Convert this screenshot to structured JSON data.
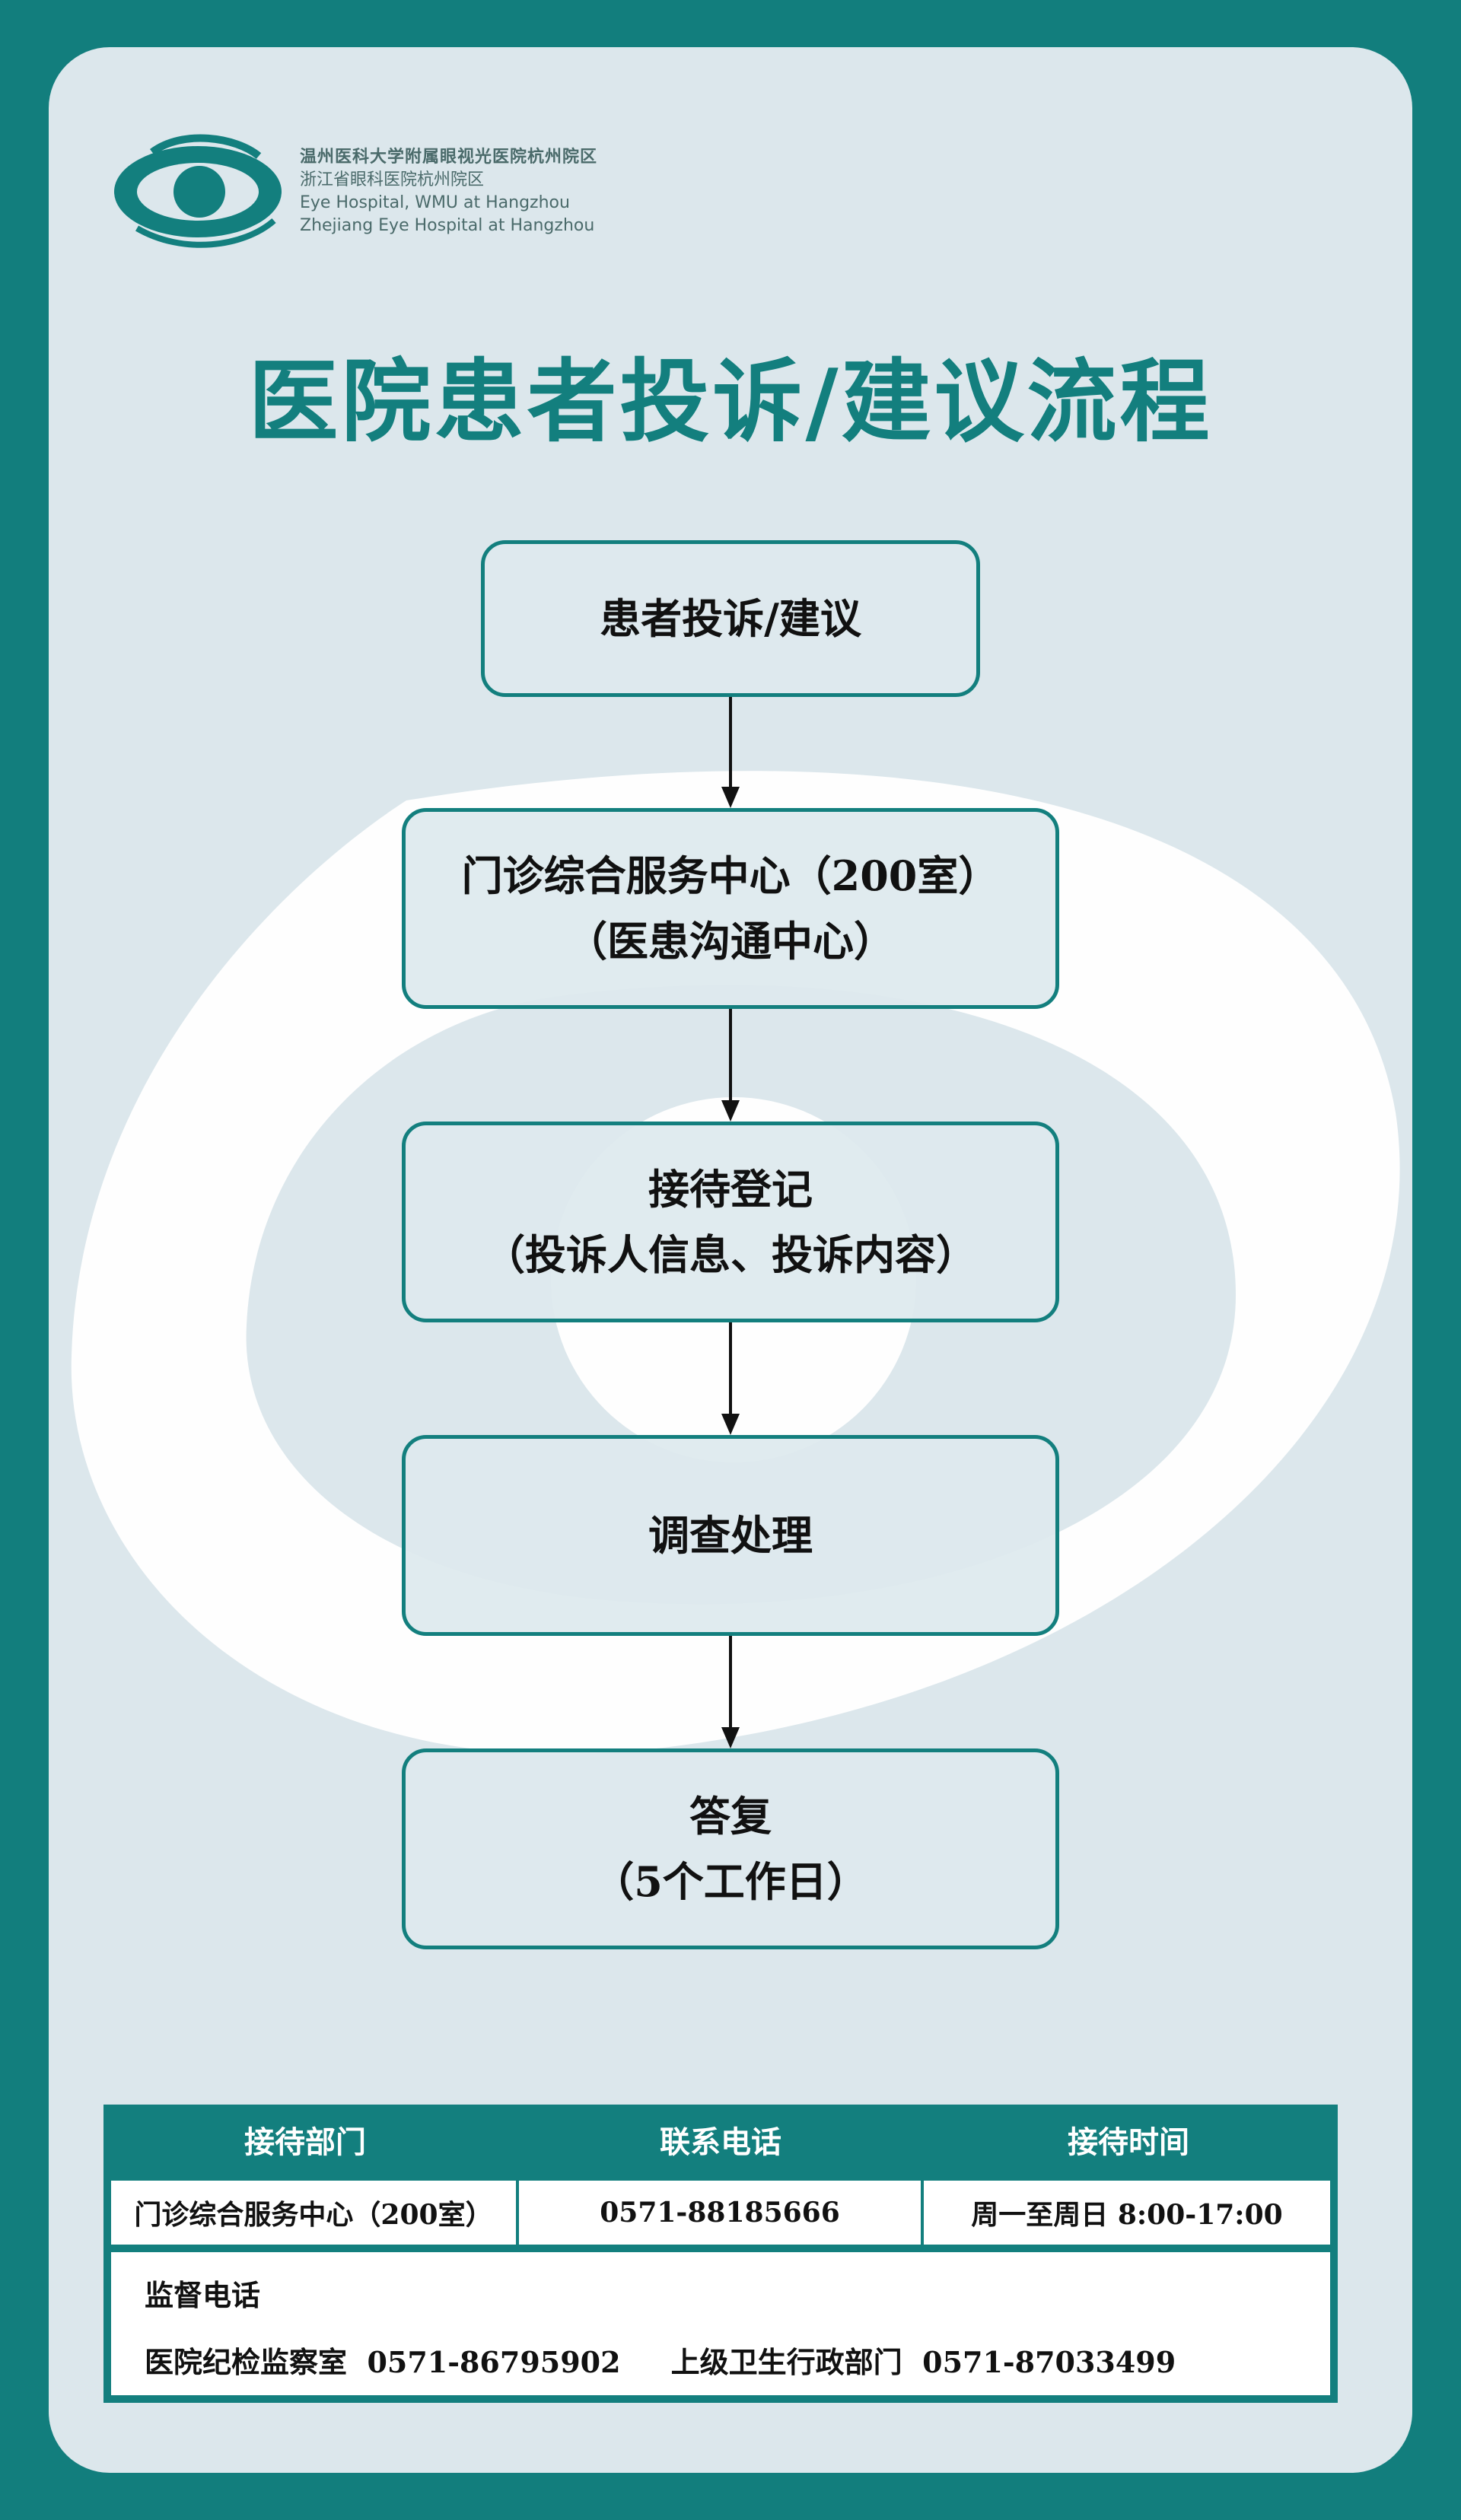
{
  "hospital": {
    "name_cn_1": "温州医科大学附属眼视光医院杭州院区",
    "name_cn_2": "浙江省眼科医院杭州院区",
    "name_en_1": "Eye Hospital, WMU at Hangzhou",
    "name_en_2": "Zhejiang Eye Hospital at Hangzhou"
  },
  "title": "医院患者投诉/建议流程",
  "flow": [
    {
      "line1": "患者投诉/建议",
      "line2": ""
    },
    {
      "line1": "门诊综合服务中心（200室）",
      "line2": "（医患沟通中心）"
    },
    {
      "line1": "接待登记",
      "line2": "（投诉人信息、投诉内容）"
    },
    {
      "line1": "调查处理",
      "line2": ""
    },
    {
      "line1": "答复",
      "line2": "（5个工作日）"
    }
  ],
  "table": {
    "headers": [
      "接待部门",
      "联系电话",
      "接待时间"
    ],
    "row": [
      "门诊综合服务中心（200室）",
      "0571-88185666",
      "周一至周日 8:00-17:00"
    ],
    "supervision_label": "监督电话",
    "supervision_line": "医院纪检监察室  0571-86795902     上级卫生行政部门  0571-87033499"
  },
  "colors": {
    "brand": "#137f7e",
    "panel": "#dce7ec"
  }
}
